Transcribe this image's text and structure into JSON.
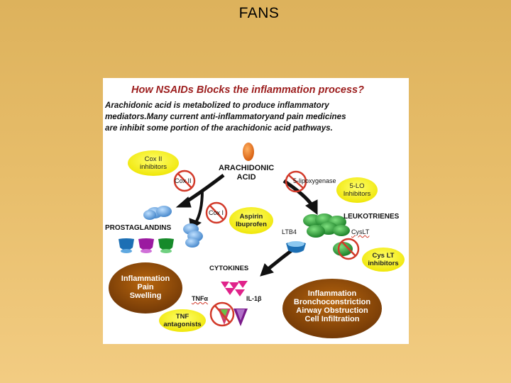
{
  "slide": {
    "title": "FANS"
  },
  "figure": {
    "title": "How NSAIDs Blocks the inflammation process?",
    "intro_lines": [
      "Arachidonic acid is metabolized to produce inflammatory",
      "mediators.Many current anti-inflammatoryand pain medicines",
      "are inhibit some portion of the arachidonic acid pathways."
    ],
    "nodes": {
      "arachidonic_line1": "ARACHIDONIC",
      "arachidonic_line2": "ACID",
      "prostaglandins": "PROSTAGLANDINS",
      "leukotrienes": "LEUKOTRIENES",
      "ltb4": "LTB4",
      "cyslt": "CysLT",
      "cytokines": "CYTOKINES",
      "tnfa": "TNFα",
      "il1b": "IL-1β"
    },
    "enzymes": {
      "cox2": "Cox II",
      "cox1": "Cox I",
      "lipoxygenase": "5-lipoxygenase"
    },
    "inhibitors": {
      "cox2_line1": "Cox II",
      "cox2_line2": "inhibitors",
      "aspirin_line1": "Aspirin",
      "aspirin_line2": "Ibuprofen",
      "lo5_line1": "5-LO",
      "lo5_line2": "Inhibitors",
      "cyslt_line1": "Cys LT",
      "cyslt_line2": "inhibitors",
      "tnf_line1": "TNF",
      "tnf_line2": "antagonists"
    },
    "outcomes": {
      "left": [
        "Inflammation",
        "Pain",
        "Swelling"
      ],
      "right": [
        "Inflammation",
        "Bronchoconstriction",
        "Airway Obstruction",
        "Cell Infiltration"
      ]
    },
    "colors": {
      "title_red": "#9c1d1d",
      "balloon_yellow": "#f3f000",
      "outcome_brown": "#8a4a0c",
      "no_sign_red": "#d23a2a",
      "arrow": "#111111"
    }
  }
}
